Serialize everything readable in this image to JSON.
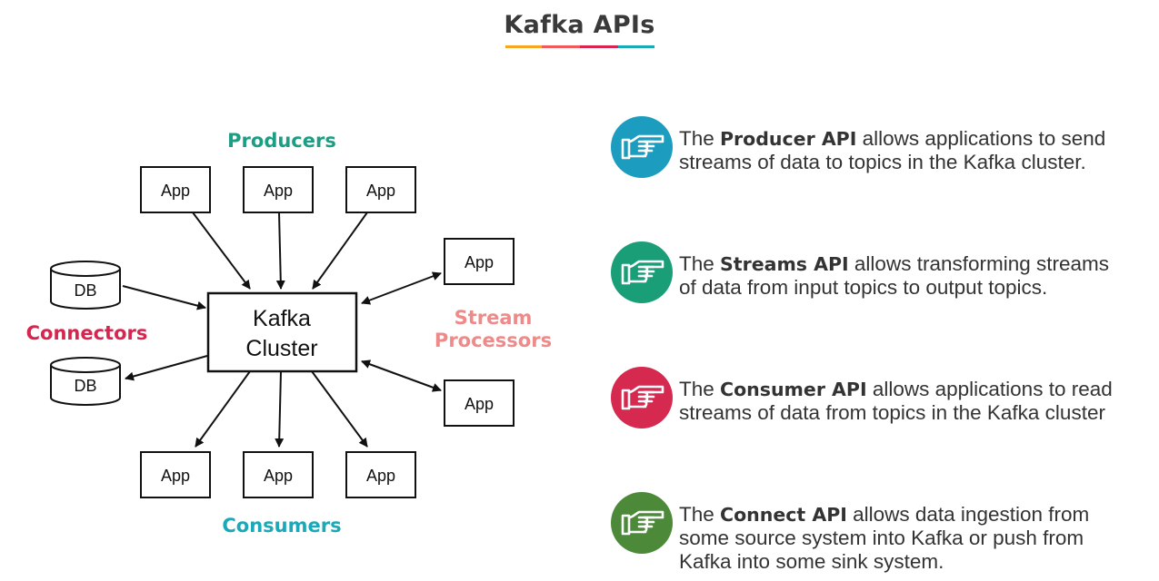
{
  "title": "Kafka APIs",
  "colors": {
    "producers": "#1a9e84",
    "connectors": "#d6264f",
    "stream_processors": "#ef8a8a",
    "consumers": "#1aa9b8",
    "producer_api": "#1c9dbf",
    "streams_api": "#1a9e78",
    "consumer_api": "#d5294f",
    "connect_api": "#4c8a3a"
  },
  "diagram": {
    "center": {
      "line1": "Kafka",
      "line2": "Cluster"
    },
    "app_label": "App",
    "db_label": "DB",
    "labels": {
      "producers": "Producers",
      "connectors": "Connectors",
      "stream_processors_1": "Stream",
      "stream_processors_2": "Processors",
      "consumers": "Consumers"
    }
  },
  "apis": [
    {
      "icon": "pointing-hand-icon",
      "bold": "Producer API",
      "text1": " allows applications to send",
      "text2": "streams of data to topics in the Kafka cluster."
    },
    {
      "icon": "pointing-hand-icon",
      "bold": "Streams API",
      "text1": " allows transforming streams",
      "text2": "of data from input topics to output topics."
    },
    {
      "icon": "pointing-hand-icon",
      "bold": "Consumer API",
      "text1": " allows applications to read",
      "text2": "streams of data from topics in the Kafka cluster"
    },
    {
      "icon": "pointing-hand-icon",
      "bold": "Connect API",
      "text1": " allows data ingestion from",
      "text2": "some source system into Kafka or push from",
      "text3": "Kafka into some sink system."
    }
  ],
  "api_prefix": "The "
}
